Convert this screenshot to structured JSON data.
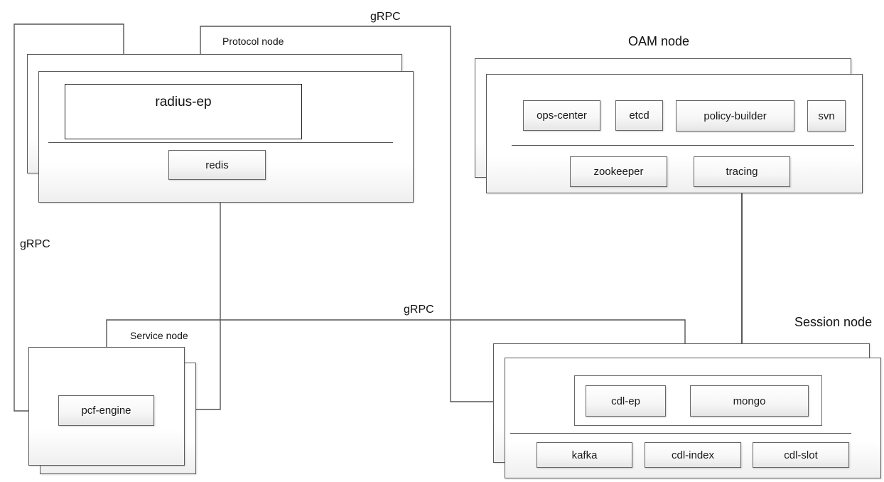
{
  "nodes": {
    "protocol": {
      "label": "Protocol node",
      "components": {
        "radius_ep": "radius-ep",
        "redis": "redis"
      }
    },
    "oam": {
      "label": "OAM node",
      "components": {
        "ops_center": "ops-center",
        "etcd": "etcd",
        "policy_builder": "policy-builder",
        "svn": "svn",
        "zookeeper": "zookeeper",
        "tracing": "tracing"
      }
    },
    "service": {
      "label": "Service node",
      "components": {
        "pcf_engine": "pcf-engine"
      }
    },
    "session": {
      "label": "Session node",
      "components": {
        "cdl_ep": "cdl-ep",
        "mongo": "mongo",
        "kafka": "kafka",
        "cdl_index": "cdl-index",
        "cdl_slot": "cdl-slot"
      }
    }
  },
  "connectors": {
    "top_grpc": "gRPC",
    "left_grpc": "gRPC",
    "middle_grpc": "gRPC"
  }
}
